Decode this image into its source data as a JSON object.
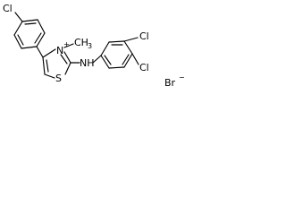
{
  "atoms": {
    "cl_top_left": "Cl",
    "n_ring": "N",
    "n_charge": "+",
    "methyl": "CH",
    "methyl_sub": "3",
    "s_ring": "S",
    "nh_amine": "NH",
    "cl_right_top": "Cl",
    "cl_right_bottom": "Cl",
    "bromide": "Br",
    "bromide_charge": "−"
  }
}
